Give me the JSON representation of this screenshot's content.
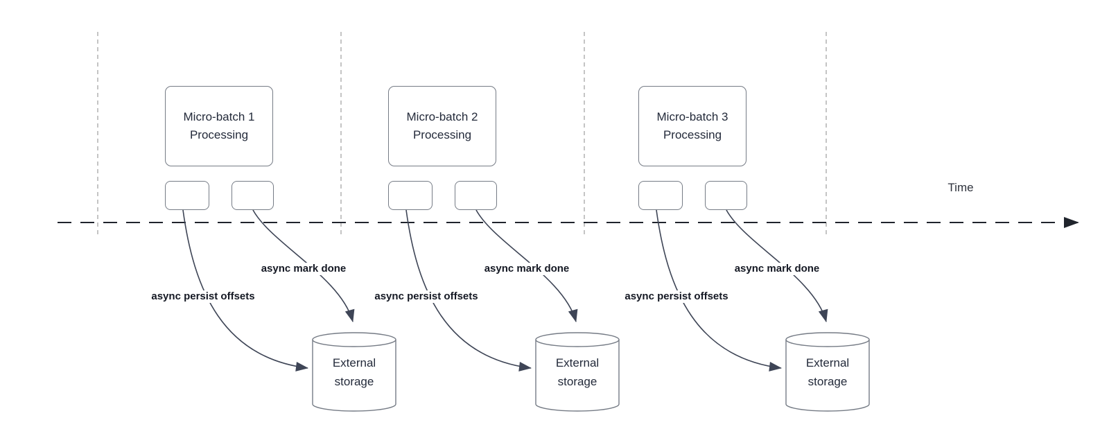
{
  "colors": {
    "background": "#ffffff",
    "shape_stroke": "#757b85",
    "shape_text": "#232a3a",
    "arrow_stroke": "#3e4556",
    "arrow_label_text": "#141823",
    "timeline_stroke": "#20242c",
    "guide_stroke": "#b0b0b0"
  },
  "timeline": {
    "label": "Time"
  },
  "groups": [
    {
      "process_label": "Micro-batch 1\nProcessing",
      "persist_arrow_label": "async persist offsets",
      "done_arrow_label": "async mark done",
      "storage_label": "External\nstorage"
    },
    {
      "process_label": "Micro-batch 2\nProcessing",
      "persist_arrow_label": "async persist offsets",
      "done_arrow_label": "async mark done",
      "storage_label": "External\nstorage"
    },
    {
      "process_label": "Micro-batch 3\nProcessing",
      "persist_arrow_label": "async persist offsets",
      "done_arrow_label": "async mark done",
      "storage_label": "External\nstorage"
    }
  ]
}
